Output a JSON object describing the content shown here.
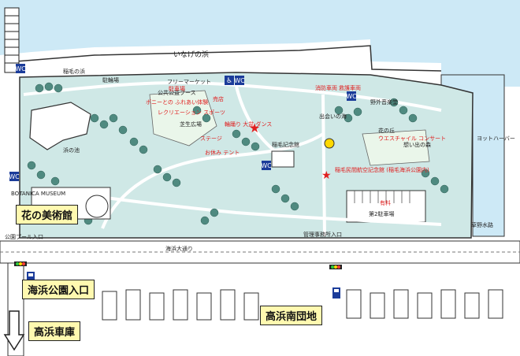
{
  "map": {
    "sea_label": "いなげの浜",
    "yacht_harbor": "ヨットハーバー",
    "labels_black": [
      "稲毛の浜",
      "駐輪場",
      "フリーマーケット",
      "公共公益ブース",
      "芝生広場",
      "野外音楽堂",
      "浜の池",
      "花の丘",
      "想い出の森",
      "稲毛記念館",
      "出会いの海",
      "第2駐車場",
      "公園プール入口",
      "海浜大通り",
      "草野水路",
      "管理事務所入口",
      "BOTANICA MUSEUM"
    ],
    "labels_red": [
      "駐車場",
      "ポニーとの ふれあい体験",
      "レクリエーション スポーツ",
      "輪踊り 大盆 ダンス",
      "ステージ",
      "お休み テント",
      "稲毛民間航空記念館 (稲毛海浜公園内)",
      "ウエスチャイル コンサート",
      "有料",
      "消防車両",
      "救護車両",
      "売店"
    ],
    "callouts": {
      "museum": "花の美術館",
      "park_entrance": "海浜公園入口",
      "depot": "高浜車庫",
      "housing": "高浜南団地"
    },
    "colors": {
      "sea": "#cde9f6",
      "park": "#cfe8e6",
      "tree": "#4f8a80",
      "callout_bg": "#fff9b0",
      "label_red": "#e02020",
      "sign_blue": "#1b3c9a"
    }
  }
}
